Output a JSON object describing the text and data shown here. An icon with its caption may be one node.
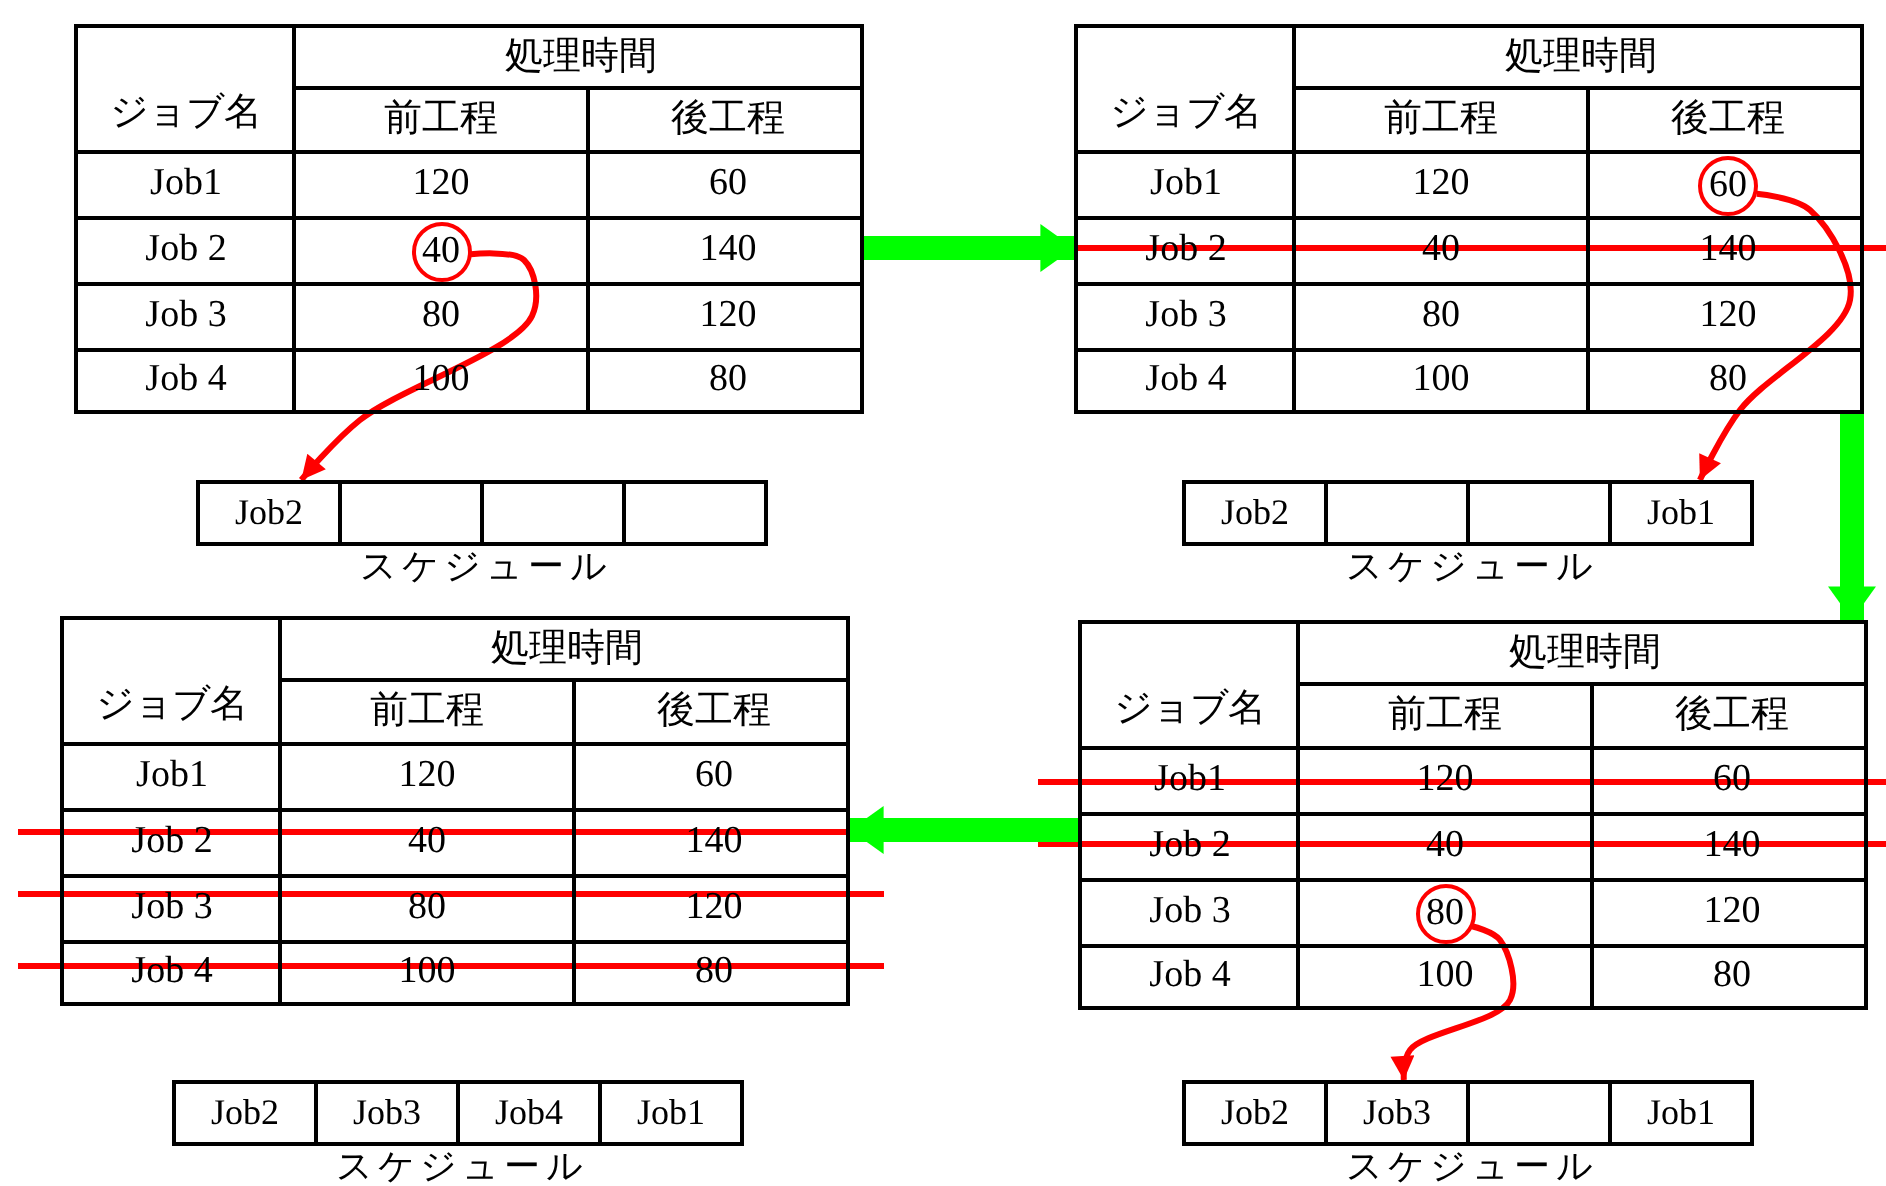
{
  "diagram": {
    "nodes": [
      {
        "text": [],
        "shape": "table"
      },
      {
        "text": [
          "40"
        ],
        "in": 0
      },
      {
        "text": [
          "Job2"
        ]
      },
      {
        "text": [],
        "shape": "box"
      },
      {
        "text": [],
        "shape": "box"
      },
      {
        "text": [],
        "shape": "box"
      },
      {
        "text": [],
        "shape": "table"
      },
      {
        "text": [
          "60"
        ],
        "in": 6
      },
      {
        "text": [
          "Job2"
        ]
      },
      {
        "text": [],
        "shape": "box"
      },
      {
        "text": [],
        "shape": "box"
      },
      {
        "text": [
          "Job1"
        ]
      },
      {
        "text": [],
        "shape": "table"
      },
      {
        "text": [
          "Job2"
        ]
      },
      {
        "text": [
          "Job3"
        ]
      },
      {
        "text": [
          "Job4"
        ]
      },
      {
        "text": [
          "Job1"
        ]
      },
      {
        "text": [],
        "shape": "table"
      },
      {
        "text": [
          "80"
        ],
        "in": 17
      },
      {
        "text": [
          "Job2"
        ]
      },
      {
        "text": [
          "Job3"
        ]
      },
      {
        "text": [],
        "shape": "box"
      },
      {
        "text": [
          "Job1"
        ]
      }
    ],
    "edges": [
      {
        "from": 1,
        "to": 2,
        "arrow": "to",
        "color": "#ff0000"
      },
      {
        "from": 7,
        "to": 11,
        "arrow": "to",
        "color": "#ff0000"
      },
      {
        "from": 18,
        "to": 20,
        "arrow": "to",
        "color": "#ff0000"
      },
      {
        "from": 0,
        "to": 6,
        "arrow": "to",
        "style": "thick",
        "color": "#00ff00"
      },
      {
        "from": 6,
        "to": 17,
        "arrow": "to",
        "style": "thick",
        "color": "#00ff00"
      },
      {
        "from": 17,
        "to": 12,
        "arrow": "to",
        "style": "thick",
        "color": "#00ff00"
      }
    ],
    "labels": [
      "ジョブ名",
      "処理時間",
      "前工程",
      "後工程",
      "Job1",
      "120",
      "60",
      "Job 2",
      "140",
      "Job 3",
      "80",
      "120",
      "Job 4",
      "100",
      "80",
      "スケジュール",
      "ジョブ名",
      "処理時間",
      "前工程",
      "後工程",
      "Job1",
      "120",
      "Job 2",
      "40",
      "140",
      "Job 3",
      "80",
      "120",
      "Job 4",
      "100",
      "80",
      "スケジュール",
      "ジョブ名",
      "処理時間",
      "前工程",
      "後工程",
      "Job1",
      "120",
      "60",
      "Job 2",
      "40",
      "140",
      "Job 3",
      "80",
      "120",
      "Job 4",
      "100",
      "80",
      "スケジュール",
      "ジョブ名",
      "処理時間",
      "前工程",
      "後工程",
      "Job1",
      "120",
      "60",
      "Job 2",
      "40",
      "140",
      "Job 3",
      "120",
      "Job 4",
      "100",
      "80",
      "スケジュール"
    ]
  }
}
